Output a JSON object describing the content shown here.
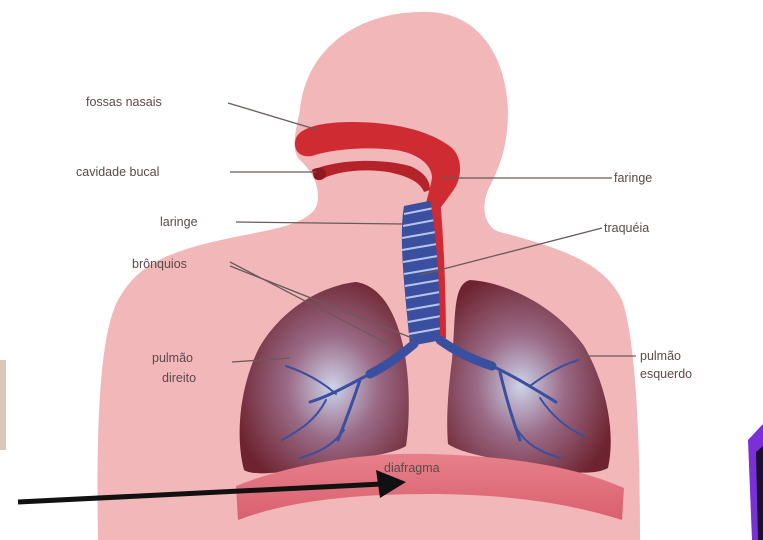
{
  "labels": {
    "fossas_nasais": "fossas nasais",
    "cavidade_bucal": "cavidade bucal",
    "faringe_right": "faringe",
    "laringe": "laringe",
    "traqueia": "traquéia",
    "bronquios": "brônquios",
    "pulmao_direito_line1": "pulmão",
    "pulmao_direito_line2": "direito",
    "pulmao_esquerdo_line1": "pulmão",
    "pulmao_esquerdo_line2": "esquerdo",
    "diafragma": "diafragma"
  },
  "colors": {
    "body": "#f2b7b9",
    "lung": "#7a2a32",
    "airway": "#cf2b33",
    "trachea": "#3a4fa0",
    "diaphragm": "#e06b78",
    "arrow": "#111111",
    "corner_accent": "#7b2fd6"
  }
}
